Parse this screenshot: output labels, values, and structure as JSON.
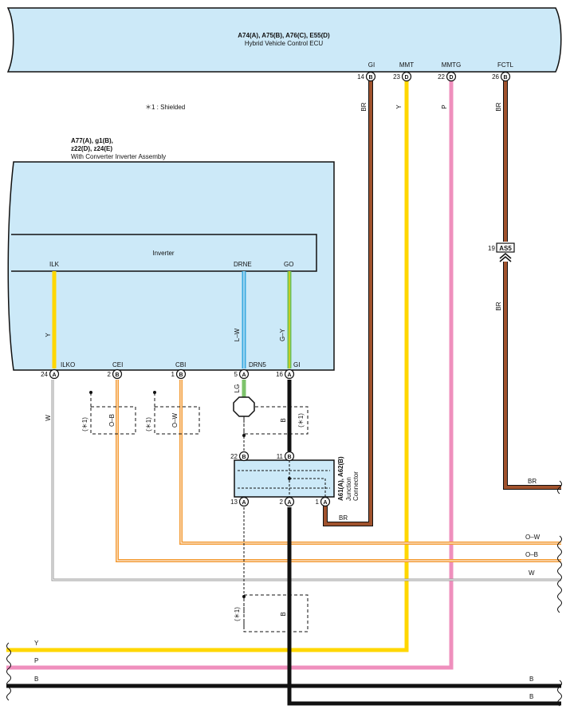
{
  "ecu": {
    "codes": "A74(A), A75(B), A76(C), E55(D)",
    "name": "Hybrid Vehicle Control ECU"
  },
  "shield_note": "＊1 : Shielded",
  "inverter_assy": {
    "codes_line1": "A77(A), g1(B),",
    "codes_line2": "z22(D), z24(E)",
    "name": "With Converter Inverter Assembly",
    "inner_label": "Inverter"
  },
  "ecu_pins": [
    {
      "name": "GI",
      "num": "14",
      "conn": "B",
      "wire": "BR"
    },
    {
      "name": "MMT",
      "num": "23",
      "conn": "D",
      "wire": "Y"
    },
    {
      "name": "MMTG",
      "num": "22",
      "conn": "D",
      "wire": "P"
    },
    {
      "name": "FCTL",
      "num": "26",
      "conn": "B",
      "wire": "BR"
    }
  ],
  "inverter_internal": {
    "ilk": "ILK",
    "drne": "DRNE",
    "go": "GO",
    "wire_y": "Y",
    "wire_lw": "L–W",
    "wire_gy": "G–Y"
  },
  "inverter_pins": [
    {
      "name": "ILKO",
      "num": "24",
      "conn": "A"
    },
    {
      "name": "CEI",
      "num": "2",
      "conn": "B"
    },
    {
      "name": "CBI",
      "num": "1",
      "conn": "B"
    },
    {
      "name": "DRN5",
      "num": "5",
      "conn": "A"
    },
    {
      "name": "GI",
      "num": "16",
      "conn": "A"
    }
  ],
  "as5": {
    "label": "AS5",
    "num": "19",
    "wire_bottom": "BR"
  },
  "junction": {
    "codes": "A61(A), A62(B)",
    "line2": "Junction",
    "line3": "Connector",
    "pins": [
      {
        "num": "22",
        "conn": "B"
      },
      {
        "num": "11",
        "conn": "B"
      },
      {
        "num": "13",
        "conn": "A"
      },
      {
        "num": "2",
        "conn": "A"
      },
      {
        "num": "1",
        "conn": "A"
      }
    ]
  },
  "shield_boxes": {
    "s1": "(＊1)",
    "ob": "O–B",
    "ow": "O–W",
    "b": "B"
  },
  "wires": {
    "w": "W",
    "lg": "LG",
    "b": "B",
    "br": "BR",
    "ow": "O–W",
    "obr": "O–B",
    "y": "Y",
    "p": "P"
  },
  "colors": {
    "ecu_fill": "#cce9f8",
    "brown": "#a0522d",
    "yellow": "#ffd700",
    "pink": "#ef8fbd",
    "orange": "#f39a33",
    "blue": "#39a9e0",
    "green": "#6bbf59",
    "lightgreen": "#7dc36b"
  }
}
